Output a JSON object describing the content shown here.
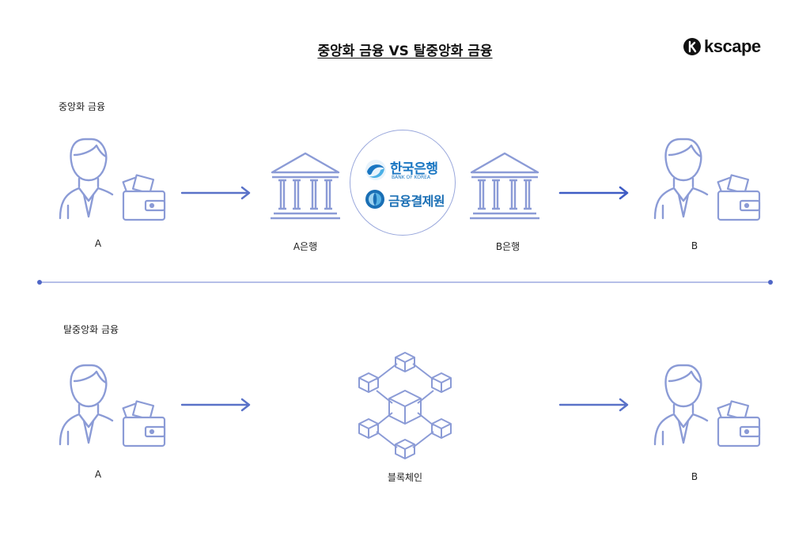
{
  "title": "중앙화 금융 VS 탈중앙화 금융",
  "logo": {
    "text": "kscape",
    "icon": "kscape-k-logo-icon"
  },
  "centralized": {
    "section_label": "중앙화 금융",
    "sender_label": "A",
    "sender_bank_label": "A은행",
    "receiver_bank_label": "B은행",
    "receiver_label": "B",
    "hub": {
      "bok_name": "한국은행",
      "bok_name_en": "BANK OF KOREA",
      "kftc_name": "금융결제원"
    }
  },
  "decentralized": {
    "section_label": "탈중앙화 금융",
    "sender_label": "A",
    "network_label": "블록체인",
    "receiver_label": "B"
  },
  "colors": {
    "icon_stroke": "#8b9bd6",
    "arrow": "#5a72c8",
    "divider": "#6d7fd0",
    "bok_blue": "#1976c2",
    "kftc_blue": "#1a6fb5"
  }
}
